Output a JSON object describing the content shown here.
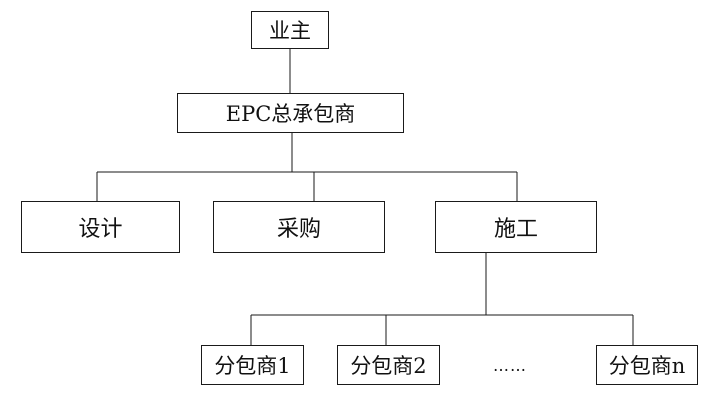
{
  "diagram": {
    "owner": "业主",
    "epc": "EPC总承包商",
    "design": "设计",
    "procurement": "采购",
    "construction": "施工",
    "sub1": "分包商1",
    "sub2": "分包商2",
    "ellipsis": "……",
    "subn": "分包商n"
  }
}
